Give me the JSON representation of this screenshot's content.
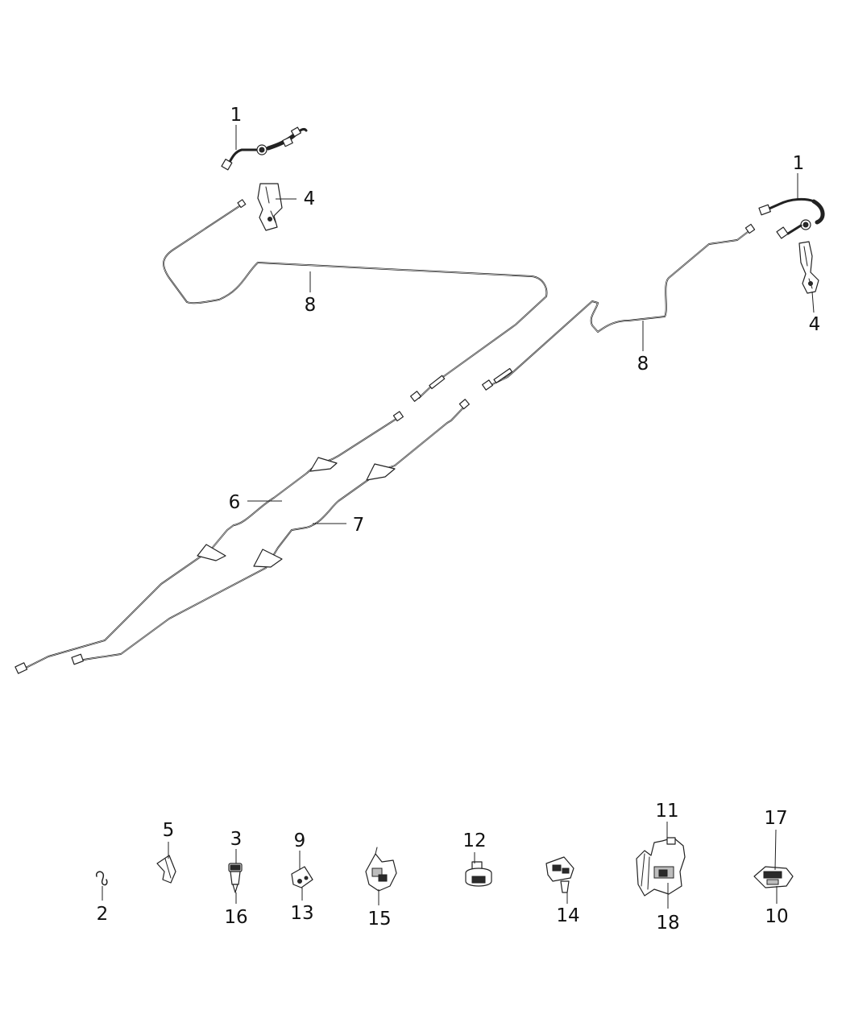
{
  "diagram": {
    "callouts": {
      "c1_left": "1",
      "c4_left": "4",
      "c8_left": "8",
      "c1_right": "1",
      "c4_right": "4",
      "c8_right": "8",
      "c6": "6",
      "c7": "7",
      "c5": "5",
      "c2": "2",
      "c3": "3",
      "c16": "16",
      "c9": "9",
      "c13": "13",
      "c15": "15",
      "c12": "12",
      "c14": "14",
      "c11": "11",
      "c18": "18",
      "c17": "17",
      "c10": "10"
    }
  }
}
